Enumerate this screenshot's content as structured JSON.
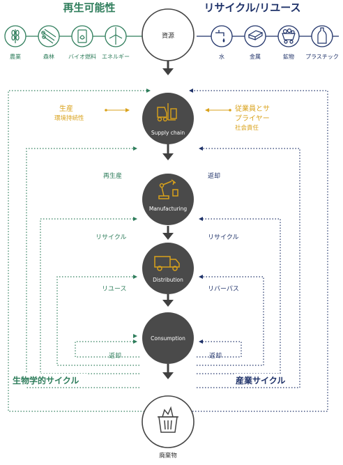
{
  "header": {
    "renewable_title": "再生可能性",
    "recycle_title": "リサイクル/リユース"
  },
  "renewable_items": [
    {
      "label": "農業",
      "icon": "wheat-icon"
    },
    {
      "label": "森林",
      "icon": "logs-icon"
    },
    {
      "label": "バイオ燃料",
      "icon": "fuel-tank-icon"
    },
    {
      "label": "エネルギー",
      "icon": "wind-turbine-icon"
    }
  ],
  "recycle_items": [
    {
      "label": "水",
      "icon": "faucet-icon"
    },
    {
      "label": "金属",
      "icon": "metal-bars-icon"
    },
    {
      "label": "鉱物",
      "icon": "mine-cart-icon"
    },
    {
      "label": "プラスチック",
      "icon": "bottle-icon"
    }
  ],
  "resources_label": "資源",
  "stages": {
    "supply_chain": "Supply chain",
    "manufacturing": "Manufacturing",
    "distribution": "Distribution",
    "consumption": "Consumption",
    "waste": "廃棄物"
  },
  "supply_left": {
    "line1": "生産",
    "line2": "環境持続性"
  },
  "supply_right": {
    "line1": "従業員とサ",
    "line2": "プライヤー",
    "line3": "社会責任"
  },
  "left_labels": {
    "regenerate": "再生産",
    "recycle": "リサイクル",
    "reuse": "リユース",
    "return": "返却"
  },
  "right_labels": {
    "return_top": "返却",
    "recycle": "リサイクル",
    "reverse": "リバーパス",
    "return_bottom": "返却"
  },
  "cycles": {
    "biological": "生物学的サイクル",
    "industrial": "産業サイクル"
  },
  "colors": {
    "green": "#2e7d5b",
    "navy": "#1f3269",
    "gold": "#d9a21b",
    "circle": "#4a4a4a",
    "flow": "#404040"
  }
}
